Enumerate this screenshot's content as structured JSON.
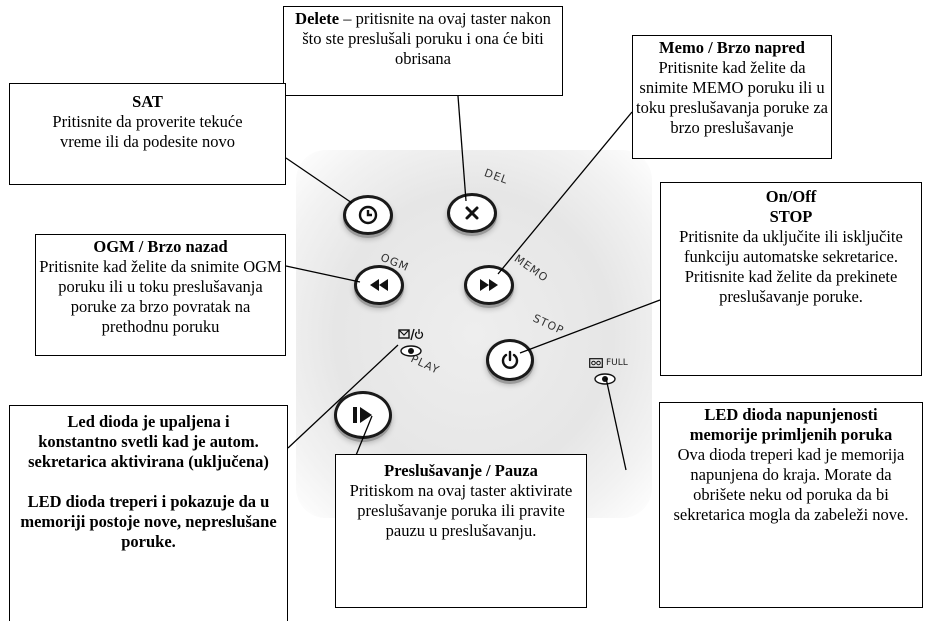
{
  "device": {
    "buttons": {
      "del_label": "DEL",
      "ogm_label": "OGM",
      "memo_label": "MEMO",
      "stop_label": "STOP",
      "play_label": "PLAY"
    },
    "indicators": {
      "full_label": "FULL"
    }
  },
  "callouts": {
    "delete": {
      "title": "Delete",
      "text": " – pritisnite na ovaj taster nakon što ste preslušali poruku i ona će biti obrisana"
    },
    "sat": {
      "title": "SAT",
      "text": "Pritisnite da proverite tekuće vreme ili da podesite novo"
    },
    "memo": {
      "title": "Memo / Brzo napred",
      "text": "Pritisnite kad želite da snimite MEMO poruku ili u toku preslušavanja poruke za brzo preslušavanje"
    },
    "ogm": {
      "title": "OGM / Brzo nazad",
      "text": "Pritisnite kad želite da snimite OGM poruku ili u toku preslušavanja poruke za brzo povratak na prethodnu poruku"
    },
    "onoff": {
      "title1": "On/Off",
      "title2": "STOP",
      "text1": "Pritisnite da uključite ili isključite funkciju automatske sekretarice.",
      "text2": "Pritisnite kad želite da prekinete preslušavanje poruke."
    },
    "led": {
      "text1": "Led dioda je upaljena i konstantno svetli kad je autom. sekretarica aktivirana (uključena)",
      "text2": "LED dioda treperi i pokazuje da u memoriji postoje nove, nepreslušane poruke."
    },
    "play": {
      "title": "Preslušavanje / Pauza",
      "text": "Pritiskom na ovaj taster aktivirate preslušavanje poruka ili pravite pauzu u preslušavanju."
    },
    "full": {
      "title": "LED dioda napunjenosti memorije primljenih poruka",
      "text": "Ova dioda treperi kad je memorija napunjena do kraja. Morate da obrišete neku od poruka da bi sekretarica mogla da zabeleži nove."
    }
  }
}
